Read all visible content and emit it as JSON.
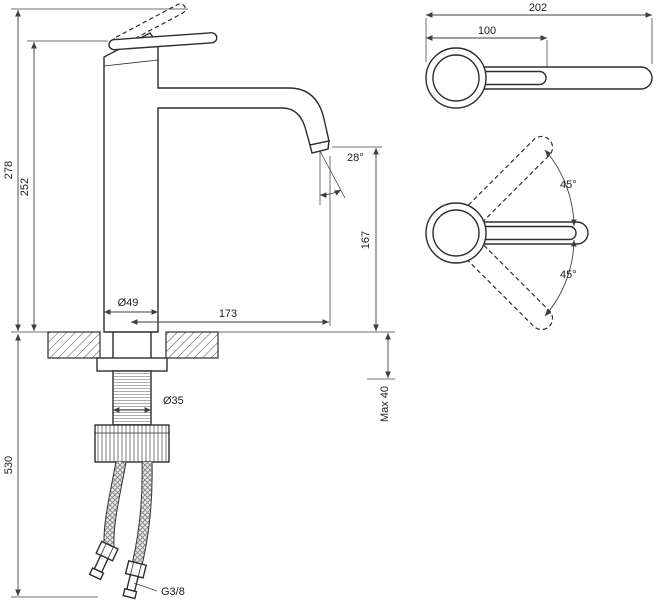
{
  "side_view": {
    "total_height": "278",
    "upper_height": "252",
    "lower_height": "530",
    "base_diameter": "Ø49",
    "spout_reach": "173",
    "spout_angle": "28°",
    "outlet_height": "167",
    "shank_diameter": "Ø35",
    "max_deck_thickness": "Max 40",
    "connection_thread": "G3/8"
  },
  "top_view": {
    "total_length": "202",
    "handle_length": "100",
    "swivel_up": "45°",
    "swivel_down": "45°"
  }
}
